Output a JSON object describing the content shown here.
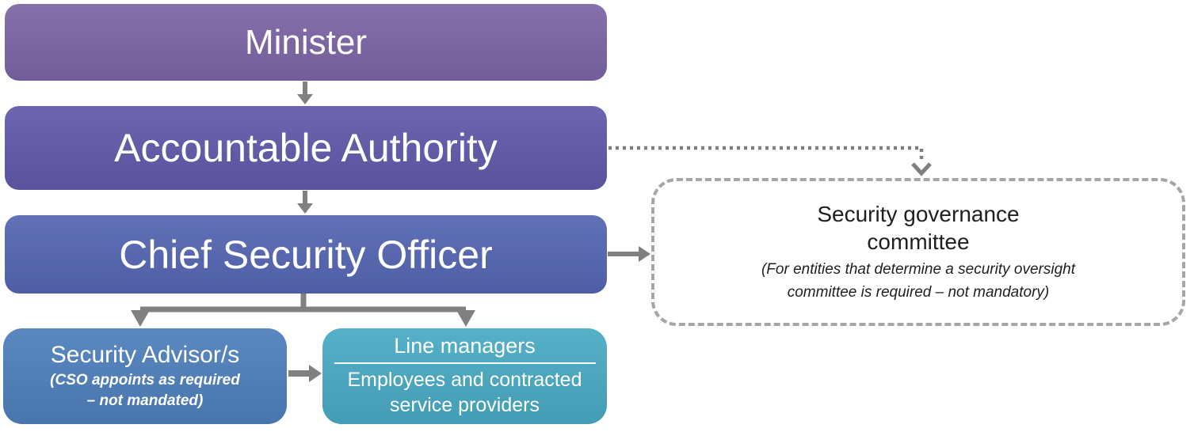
{
  "diagram": {
    "nodes": {
      "minister": {
        "label": "Minister",
        "fill": "#7d65a6"
      },
      "accountable_authority": {
        "label": "Accountable Authority",
        "fill": "#6159aa"
      },
      "chief_security_officer": {
        "label": "Chief Security Officer",
        "fill": "#5566b2"
      },
      "security_advisors": {
        "label": "Security Advisor/s",
        "note": "(CSO appoints as required – not mandated)",
        "fill": "#4e7fbb"
      },
      "line_managers": {
        "label": "Line managers",
        "body": "Employees and contracted service providers",
        "fill": "#49aac3"
      },
      "security_governance_committee": {
        "label": "Security governance committee",
        "note": "(For entities that determine a security oversight committee is required – not mandatory)"
      }
    },
    "edges": [
      {
        "from": "minister",
        "to": "accountable_authority",
        "style": "solid",
        "shape": "straight-down"
      },
      {
        "from": "accountable_authority",
        "to": "chief_security_officer",
        "style": "solid",
        "shape": "straight-down"
      },
      {
        "from": "chief_security_officer",
        "to": "security_advisors",
        "style": "solid",
        "shape": "branch-down"
      },
      {
        "from": "chief_security_officer",
        "to": "line_managers",
        "style": "solid",
        "shape": "branch-down"
      },
      {
        "from": "security_advisors",
        "to": "line_managers",
        "style": "solid",
        "shape": "straight-right"
      },
      {
        "from": "chief_security_officer",
        "to": "security_governance_committee",
        "style": "solid",
        "shape": "straight-right"
      },
      {
        "from": "accountable_authority",
        "to": "security_governance_committee",
        "style": "dotted",
        "shape": "elbow-right-down"
      }
    ],
    "colors": {
      "arrow": "#808080",
      "dotted_arrow": "#7f7f7f",
      "dashed_border": "#a6a6a6",
      "canvas_bg": "#ffffff",
      "text_light": "#ffffff",
      "text_dark": "#1f1f1f"
    }
  }
}
